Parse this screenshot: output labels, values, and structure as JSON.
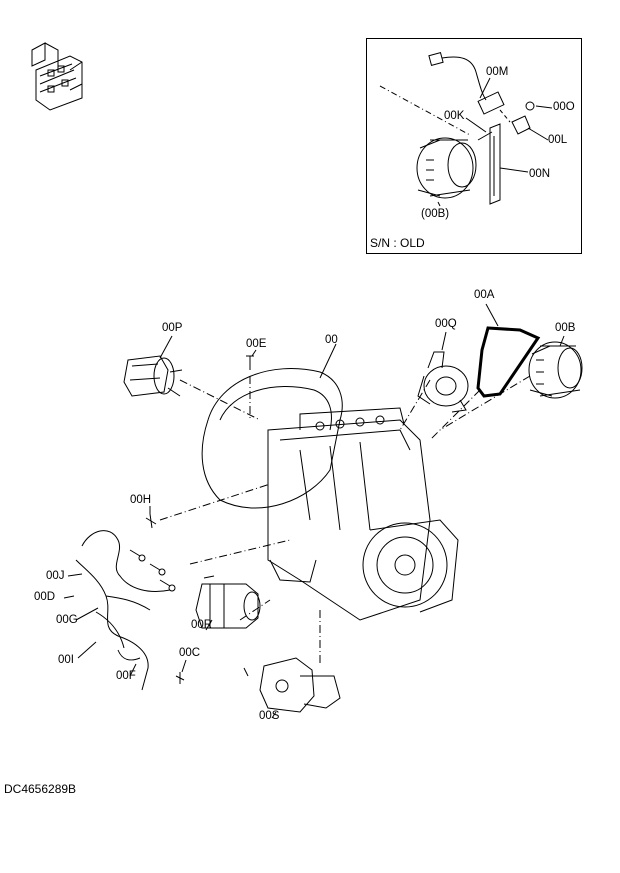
{
  "inset": {
    "serial_note": "S/N : OLD",
    "labels": {
      "00M": "00M",
      "00K": "00K",
      "00O": "00O",
      "00L": "00L",
      "00N": "00N",
      "00B_paren": "(00B)"
    }
  },
  "callouts": {
    "00A": "00A",
    "00B": "00B",
    "00Q": "00Q",
    "00P": "00P",
    "00E": "00E",
    "00": "00",
    "00H": "00H",
    "00J": "00J",
    "00D": "00D",
    "00G": "00G",
    "00I": "00I",
    "00F": "00F",
    "00C": "00C",
    "00R": "00R",
    "00S": "00S"
  },
  "footer": {
    "doc_id": "DC4656289B"
  }
}
